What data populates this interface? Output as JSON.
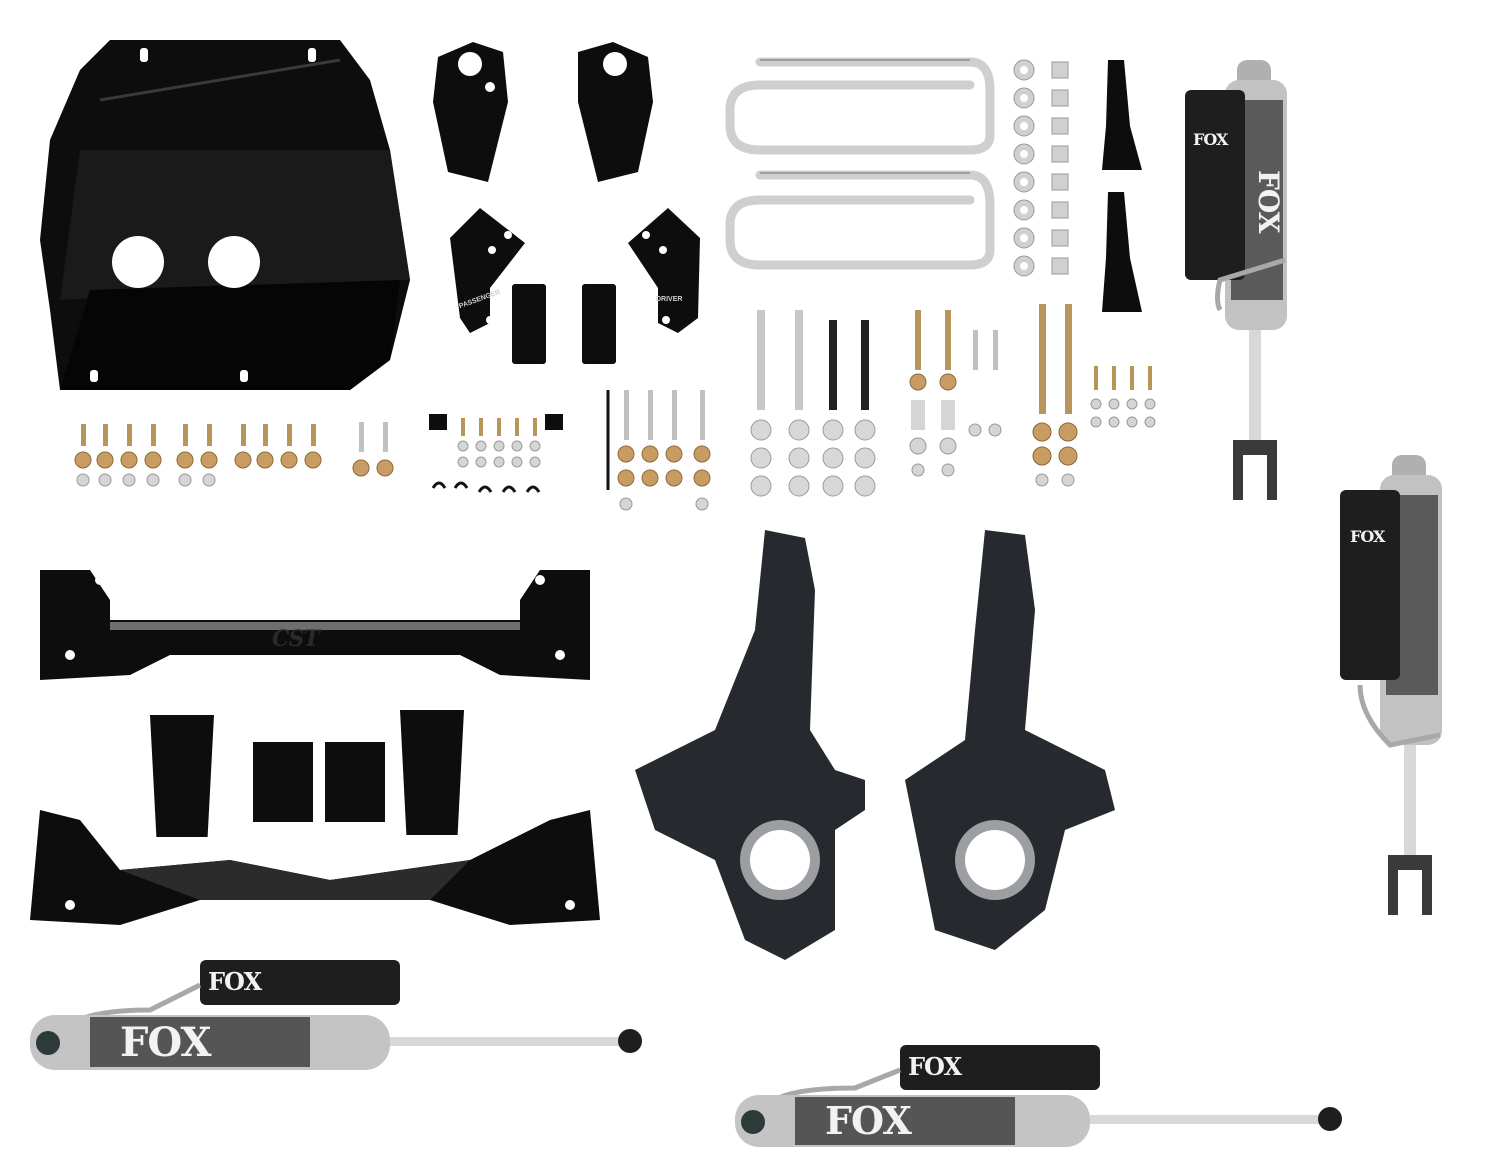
{
  "image": {
    "subject": "Suspension lift kit components",
    "background": "#ffffff"
  },
  "labels": {
    "shock_brand": "FOX",
    "crossmember_brand": "CST",
    "bracket_left": "PASSENGER",
    "bracket_right": "DRIVER"
  },
  "colors": {
    "black_part": "#0d0d0d",
    "chrome": "#c9c9c9",
    "zinc": "#d8d8d8",
    "gold_bolt": "#b8955a",
    "shock_body": "#bdbdbd",
    "reservoir": "#1e1e1e",
    "knuckle": "#2a2e33"
  }
}
